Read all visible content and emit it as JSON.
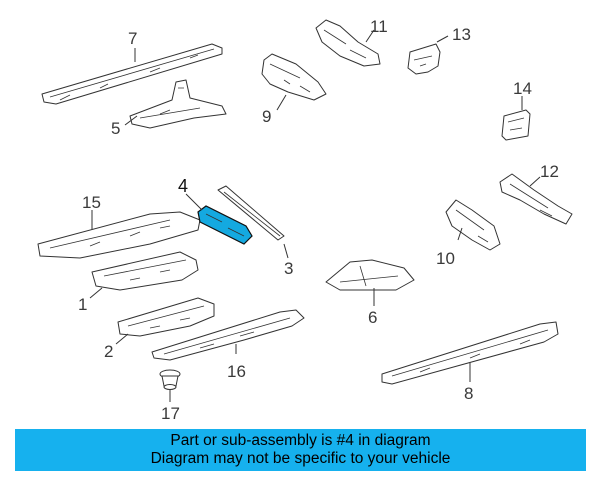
{
  "callouts": {
    "c1": "1",
    "c2": "2",
    "c3": "3",
    "c4": "4",
    "c5": "5",
    "c6": "6",
    "c7": "7",
    "c8": "8",
    "c9": "9",
    "c10": "10",
    "c11": "11",
    "c12": "12",
    "c13": "13",
    "c14": "14",
    "c15": "15",
    "c16": "16",
    "c17": "17"
  },
  "highlight": {
    "part": "4",
    "color": "#14a9e0"
  },
  "banner": {
    "line1": "Part or sub-assembly is #4 in diagram",
    "line2": "Diagram may not be specific to your vehicle",
    "color": "#16b1ee"
  }
}
